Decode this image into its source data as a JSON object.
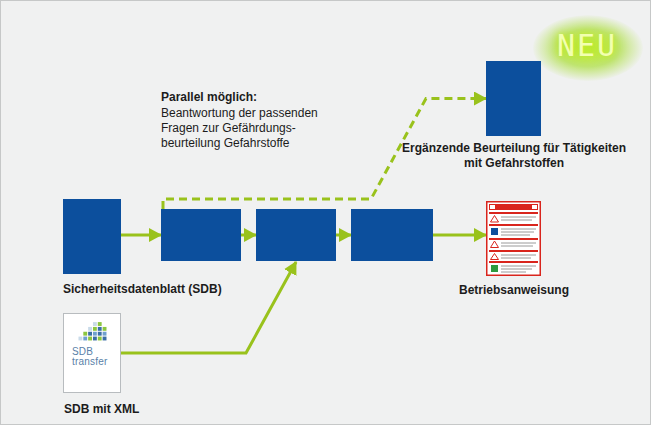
{
  "diagram": {
    "nodes": [
      {
        "text": [
          "Sicherheitsdatenblatt (SDB)"
        ]
      },
      {
        "text": [
          "SDB transfer",
          "SDB mit XML"
        ]
      },
      {
        "text": []
      },
      {
        "text": []
      },
      {
        "text": []
      },
      {
        "text": [
          "Betriebsanweisung"
        ]
      },
      {
        "text": [
          "Ergänzende Beurteilung für Tätigkeiten mit Gefahrstoffen"
        ]
      }
    ],
    "edges": [
      {
        "from": 0,
        "to": 2,
        "arrow": "to"
      },
      {
        "from": 2,
        "to": 3,
        "arrow": "to"
      },
      {
        "from": 1,
        "to": 3,
        "arrow": "to"
      },
      {
        "from": 3,
        "to": 4,
        "arrow": "to"
      },
      {
        "from": 4,
        "to": 5,
        "arrow": "to"
      },
      {
        "from": 2,
        "to": 6,
        "arrow": "to"
      }
    ],
    "labels": [
      "Parallel möglich:",
      "Beantwortung der passenden Fragen zur Gefährdungs- beurteilung Gefahrstoffe",
      "NEU"
    ]
  }
}
